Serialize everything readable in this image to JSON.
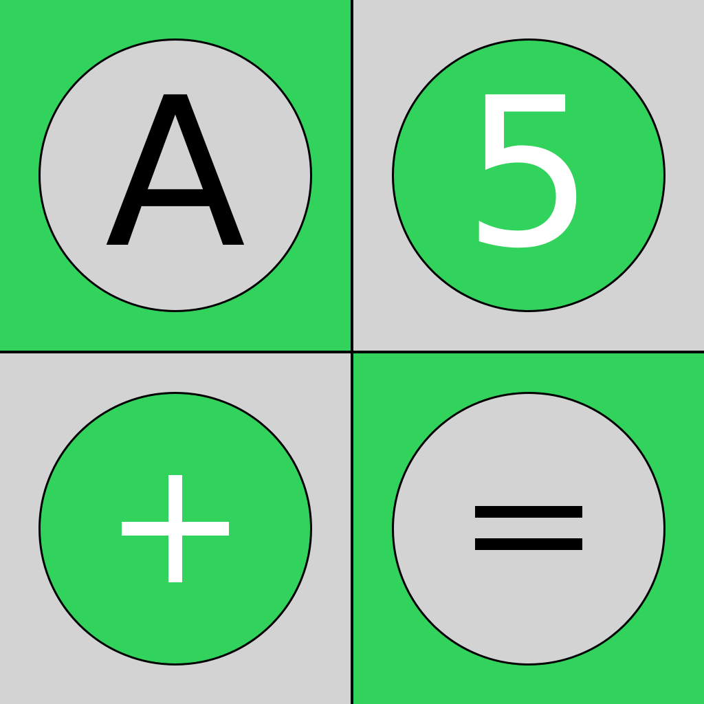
{
  "colors": {
    "green": "#31d35c",
    "gray": "#d3d3d3",
    "black": "#000000",
    "white": "#ffffff"
  },
  "tiles": [
    {
      "symbol": "A",
      "symbol_name": "letter-a-icon",
      "background": "green",
      "circle": "gray",
      "ink": "black"
    },
    {
      "symbol": "5",
      "symbol_name": "digit-five-icon",
      "background": "gray",
      "circle": "green",
      "ink": "white"
    },
    {
      "symbol": "+",
      "symbol_name": "plus-icon",
      "background": "gray",
      "circle": "green",
      "ink": "white"
    },
    {
      "symbol": "=",
      "symbol_name": "equals-icon",
      "background": "green",
      "circle": "gray",
      "ink": "black"
    }
  ]
}
